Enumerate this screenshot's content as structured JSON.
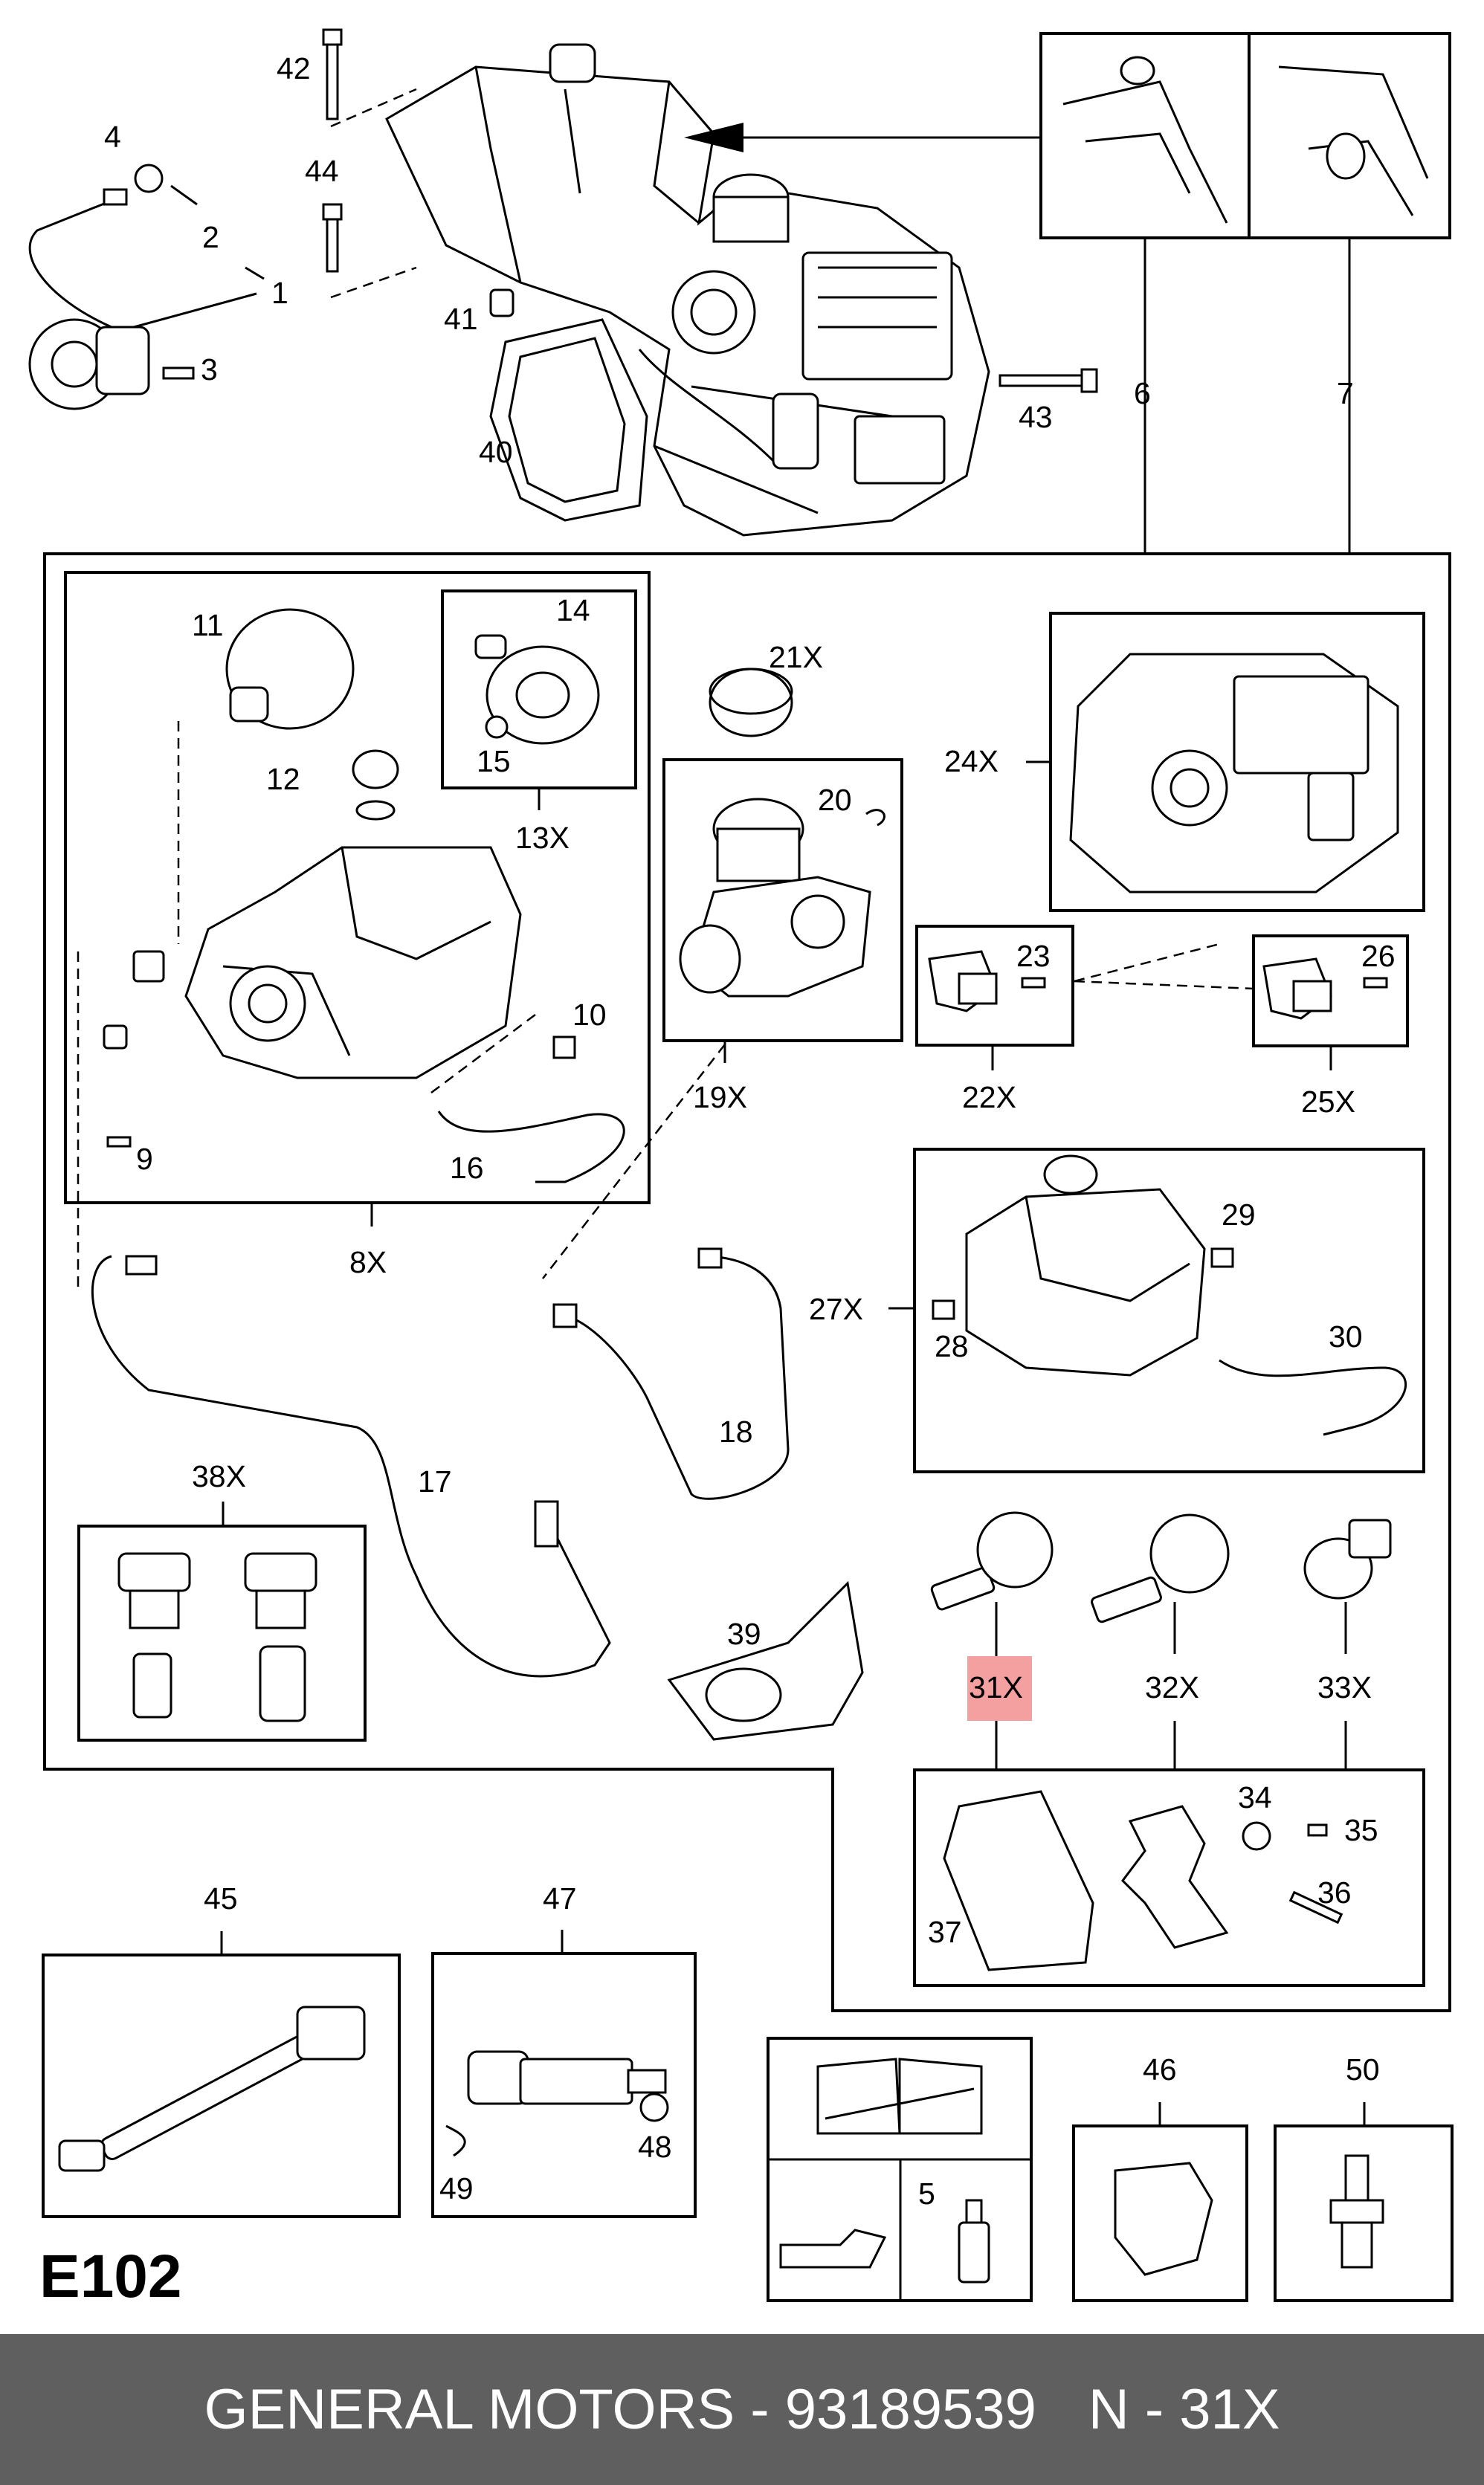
{
  "diagram": {
    "code": "E102",
    "labels": {
      "p1": "1",
      "p2": "2",
      "p3": "3",
      "p4": "4",
      "p5": "5",
      "p6": "6",
      "p7": "7",
      "p8": "8X",
      "p9": "9",
      "p10": "10",
      "p11": "11",
      "p12": "12",
      "p13": "13X",
      "p14": "14",
      "p15": "15",
      "p16": "16",
      "p17": "17",
      "p18": "18",
      "p19": "19X",
      "p20": "20",
      "p21": "21X",
      "p22": "22X",
      "p23": "23",
      "p24": "24X",
      "p25": "25X",
      "p26": "26",
      "p27": "27X",
      "p28": "28",
      "p29": "29",
      "p30": "30",
      "p31": "31X",
      "p32": "32X",
      "p33": "33X",
      "p34": "34",
      "p35": "35",
      "p36": "36",
      "p37": "37",
      "p38": "38X",
      "p39": "39",
      "p40": "40",
      "p41": "41",
      "p42": "42",
      "p43": "43",
      "p44": "44",
      "p45": "45",
      "p46": "46",
      "p47": "47",
      "p48": "48",
      "p49": "49",
      "p50": "50"
    },
    "highlight_color": "#f4a0a0",
    "icons": [
      "engine-assembly-icon",
      "repair-manual-icon",
      "oil-can-icon",
      "sealant-tube-icon"
    ]
  },
  "footer": {
    "brand": "GENERAL MOTORS - 93189539",
    "part_ref": "N - 31X",
    "background": "#5f5f5f",
    "text_color": "#ffffff"
  }
}
